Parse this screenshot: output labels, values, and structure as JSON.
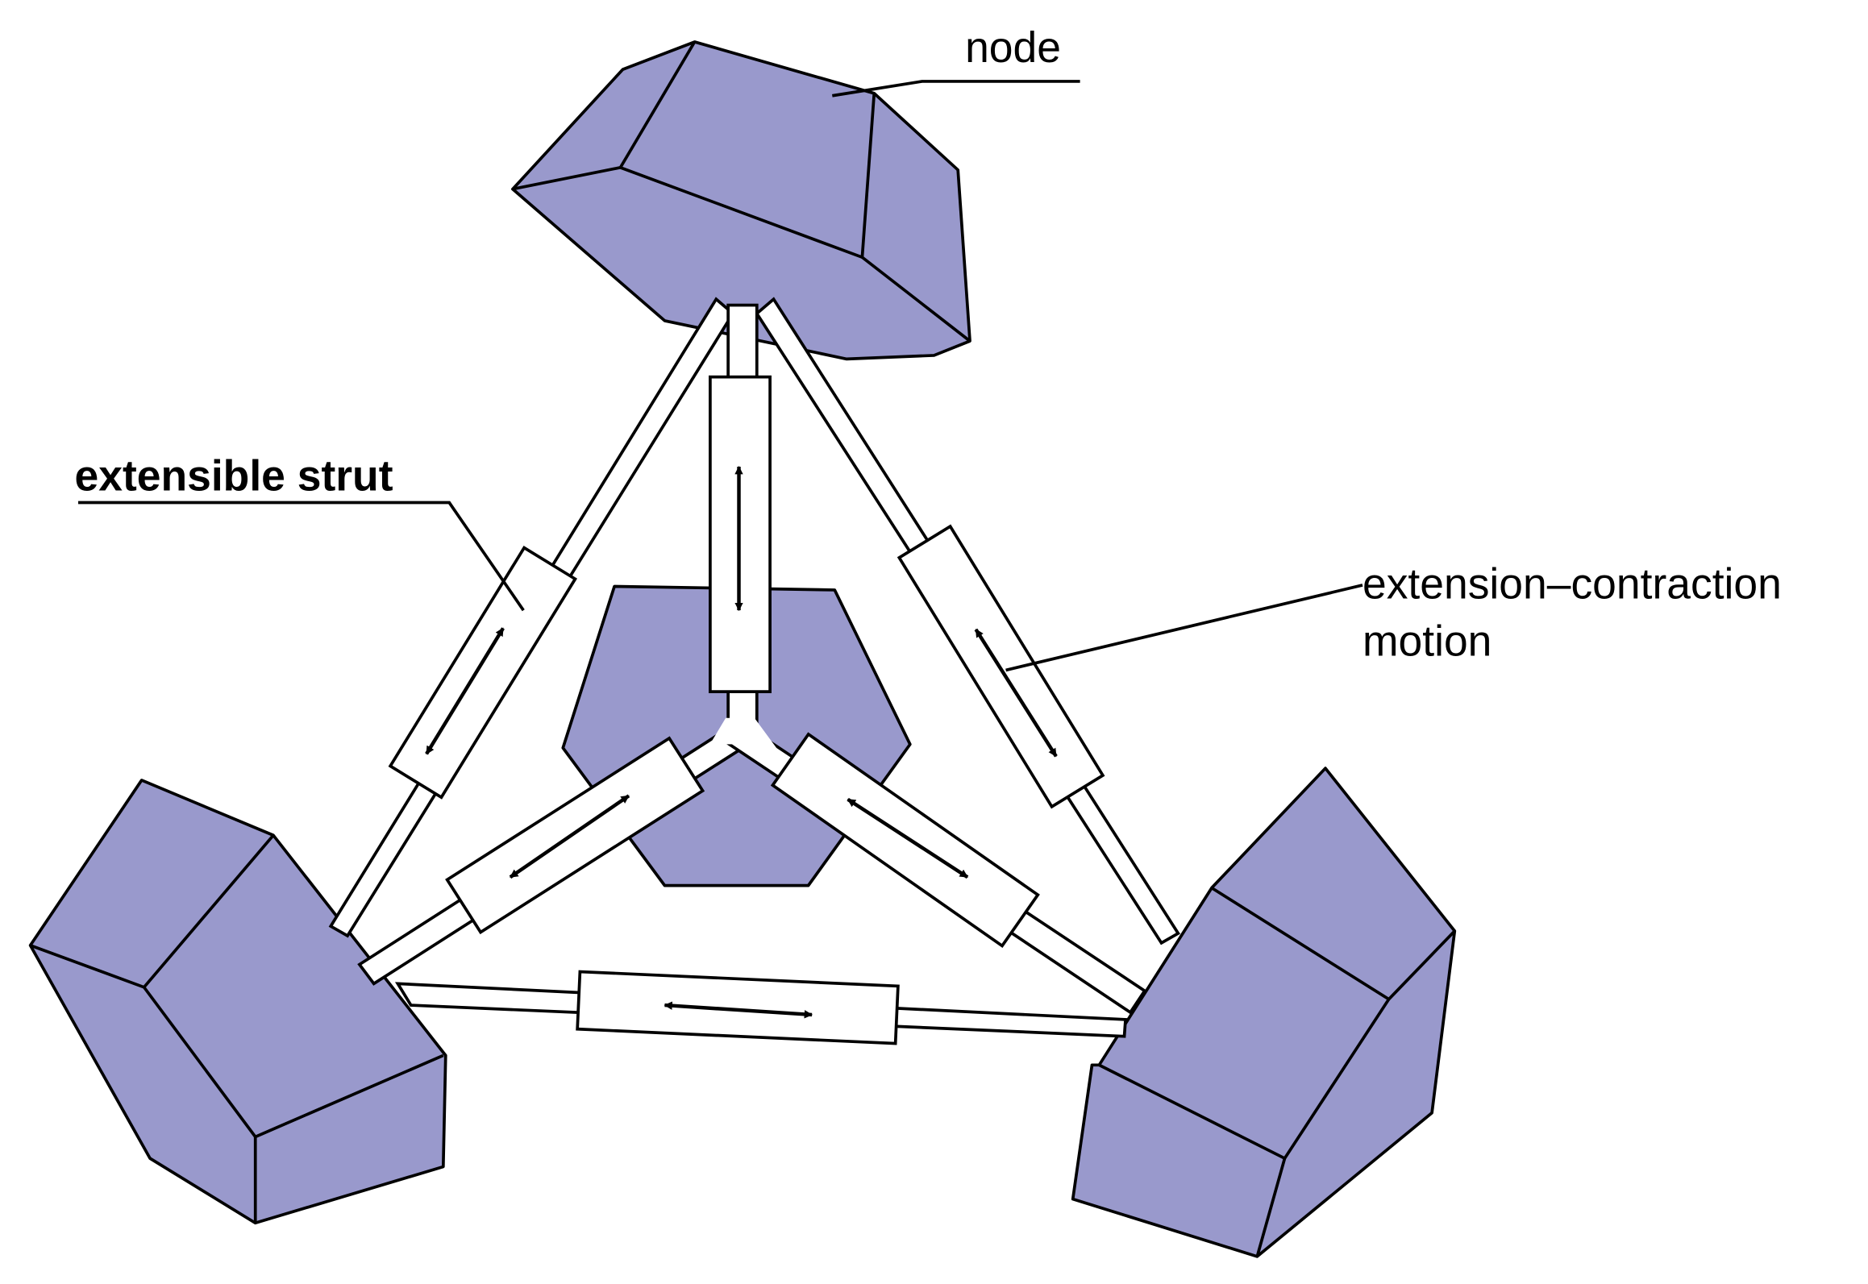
{
  "labels": {
    "node": "node",
    "extensible_strut": "extensible strut",
    "motion_line1": "extension–contraction",
    "motion_line2": "motion"
  },
  "colors": {
    "node_fill": "#9999cc",
    "outline": "#000000",
    "strut_fill": "#ffffff"
  }
}
